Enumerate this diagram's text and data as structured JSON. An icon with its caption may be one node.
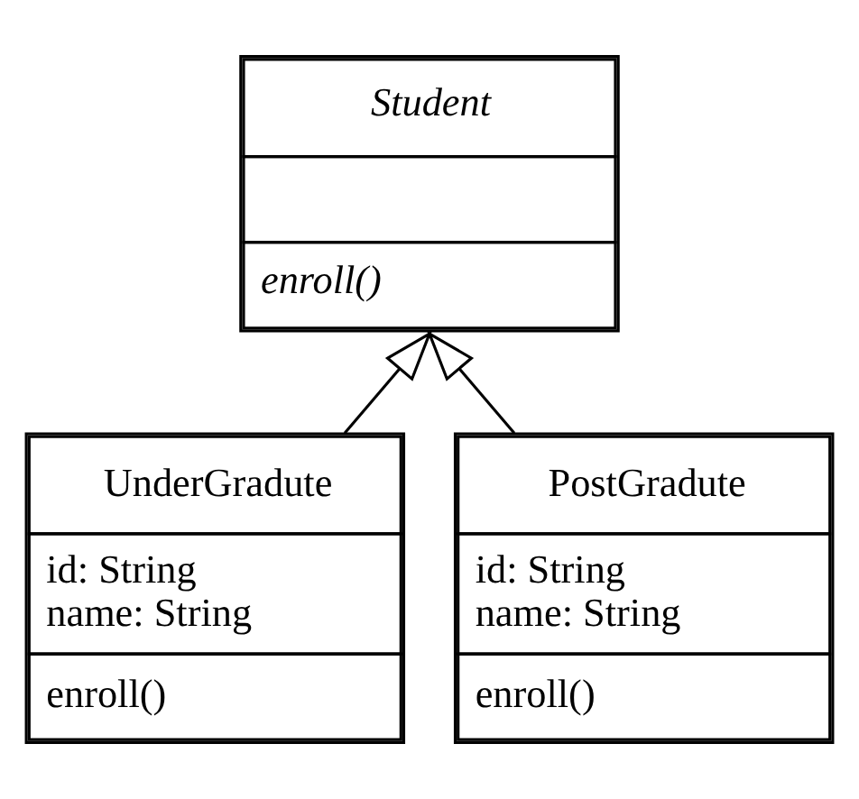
{
  "diagram": {
    "nodes": [
      {
        "text": [
          "Student",
          "enroll()"
        ]
      },
      {
        "text": [
          "UnderGradute",
          "id: String name: String",
          "enroll()"
        ]
      },
      {
        "text": [
          "PostGradute",
          "id: String name: String",
          "enroll()"
        ]
      }
    ],
    "edges": [
      {
        "from": 1,
        "to": 0,
        "arrow": "to"
      },
      {
        "from": 2,
        "to": 0,
        "arrow": "to"
      }
    ]
  }
}
